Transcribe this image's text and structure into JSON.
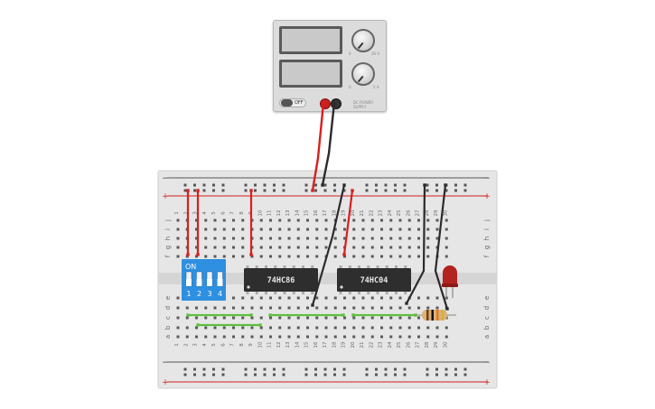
{
  "power_supply": {
    "display_top": "",
    "display_bottom": "",
    "knob_top_label_left": "0",
    "knob_top_label_right": "30 V",
    "knob_bottom_label_left": "0",
    "knob_bottom_label_right": "5 A",
    "switch_label": "OFF",
    "brand_text": "DC POWER SUPPLY"
  },
  "breadboard": {
    "rail_minus": "−",
    "rail_plus": "+",
    "column_numbers": [
      "1",
      "2",
      "3",
      "4",
      "5",
      "6",
      "7",
      "8",
      "9",
      "10",
      "11",
      "12",
      "13",
      "14",
      "15",
      "16",
      "17",
      "18",
      "19",
      "20",
      "21",
      "22",
      "23",
      "24",
      "25",
      "26",
      "27",
      "28",
      "29",
      "30"
    ],
    "row_letters_top": [
      "j",
      "i",
      "h",
      "g",
      "f"
    ],
    "row_letters_bottom": [
      "e",
      "d",
      "c",
      "b",
      "a"
    ]
  },
  "components": {
    "dip_switch": {
      "on_label": "ON",
      "positions": [
        "1",
        "2",
        "3",
        "4"
      ]
    },
    "ic1": {
      "label": "74HC86"
    },
    "ic2": {
      "label": "74HC04"
    },
    "led": {
      "color": "#b3231f"
    },
    "resistor": {
      "bands": [
        "#7a3b12",
        "#111111",
        "#e0762a",
        "#d4af37"
      ]
    }
  },
  "colors": {
    "board": "#e6e6e6",
    "rail_red": "#d32020",
    "wire_red": "#d91f1f",
    "wire_black": "#2b2b2b",
    "wire_green": "#5fbf3f",
    "ic_body": "#2e2e2e",
    "dip_body": "#2f8fe0"
  }
}
